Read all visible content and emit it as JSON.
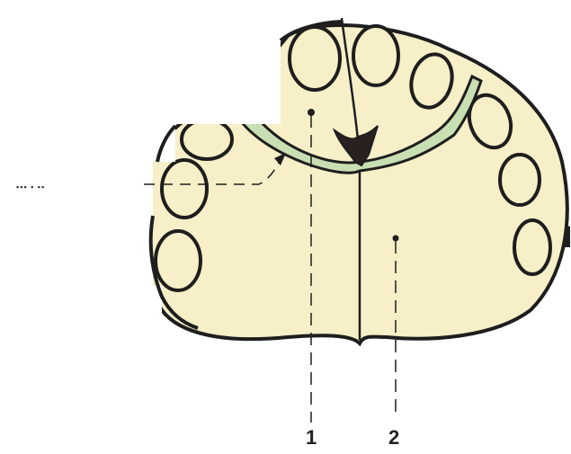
{
  "diagram": {
    "side_label": "▪▪▪ ▪ ▪▪",
    "labels": [
      {
        "id": "1",
        "text": "1"
      },
      {
        "id": "2",
        "text": "2"
      }
    ],
    "colors": {
      "fill": "#f6efc7",
      "outline": "#1e1e1e",
      "band": "#c7dfb2",
      "paste": "#ffffff"
    }
  }
}
